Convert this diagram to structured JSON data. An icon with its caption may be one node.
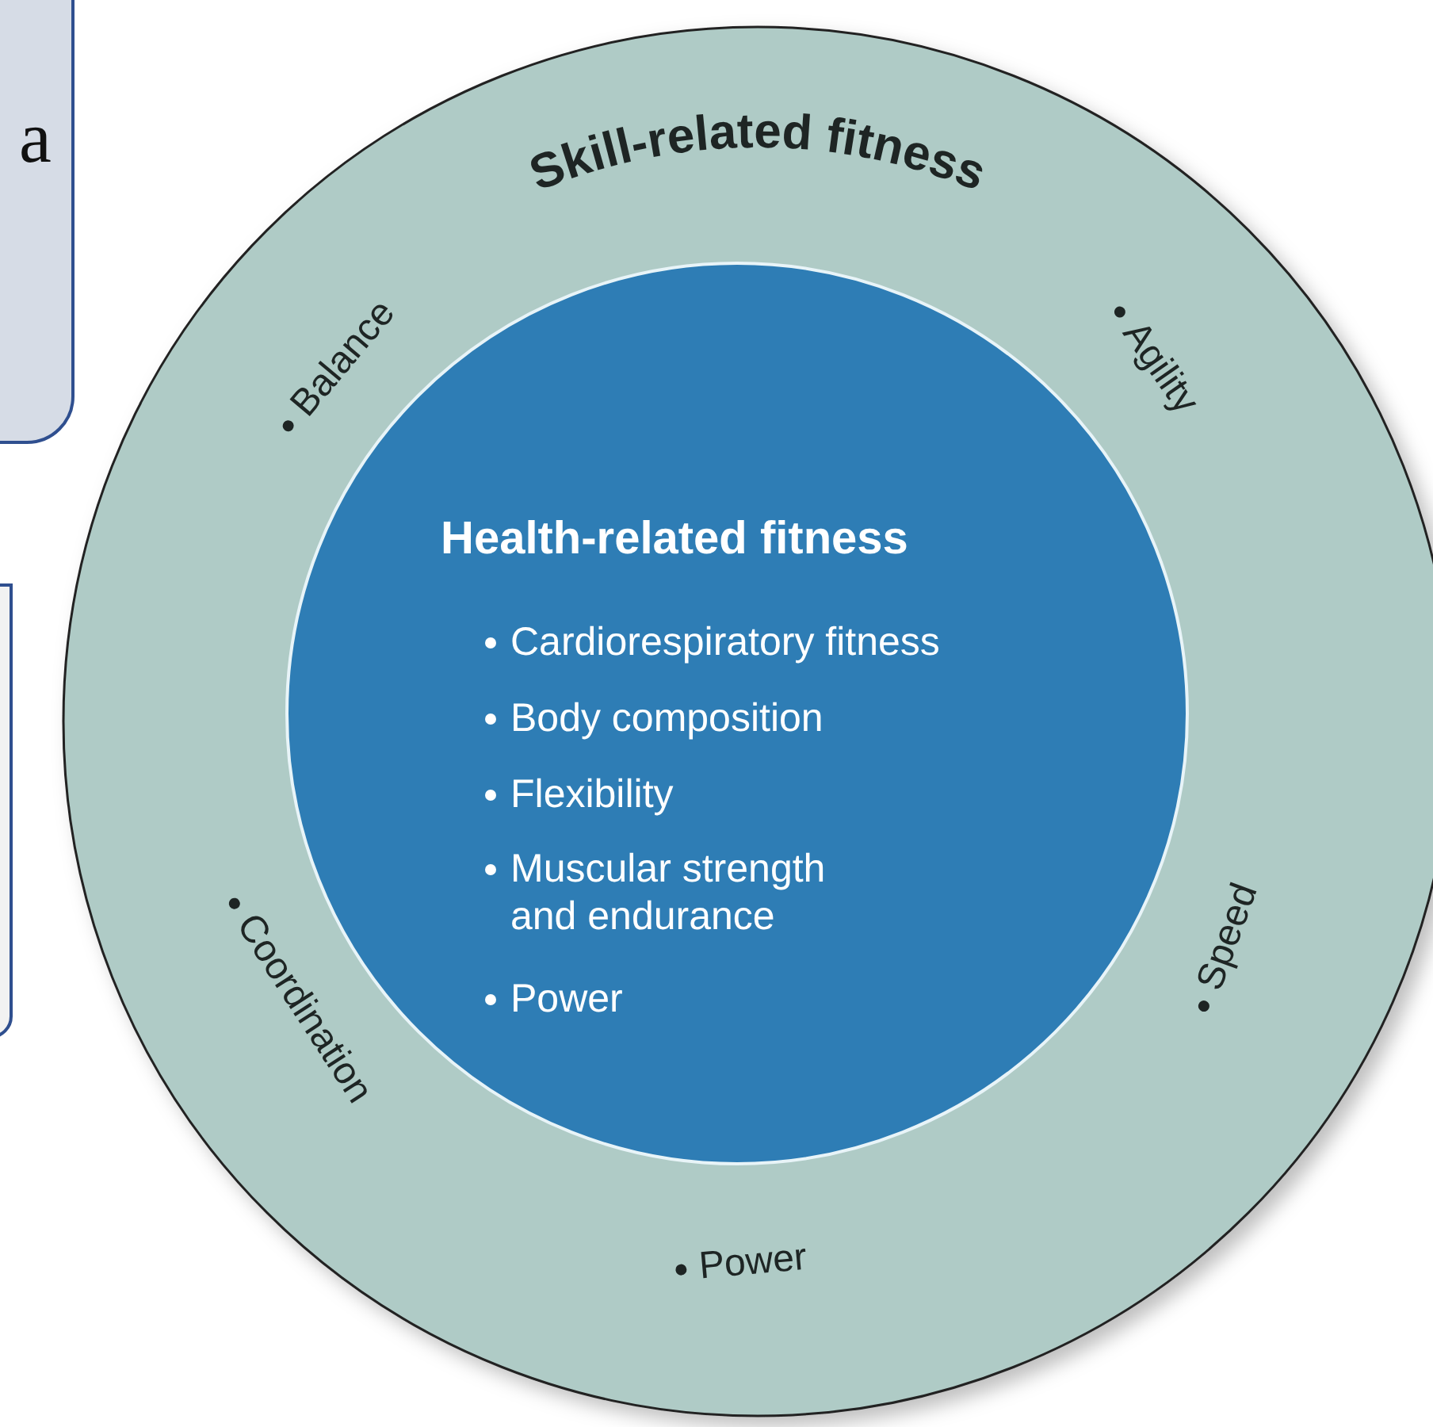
{
  "diagram": {
    "nodes": [
      {
        "text": [
          "a"
        ]
      },
      {
        "text": [],
        "shape": "box"
      },
      {
        "text": [
          "Skill-related fitness",
          "Balance",
          "Agility",
          "Speed",
          "Coordination",
          "Power"
        ]
      },
      {
        "text": [
          "Health-related fitness",
          "Cardiorespiratory fitness",
          "Body composition",
          "Flexibility",
          "Muscular strength and endurance",
          "Power"
        ],
        "in": 2
      }
    ]
  }
}
